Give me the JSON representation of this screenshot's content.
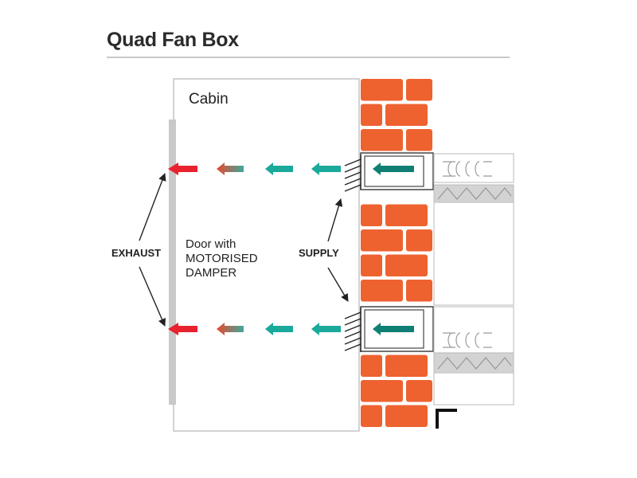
{
  "title": "Quad Fan Box",
  "labels": {
    "cabin": "Cabin",
    "exhaust": "EXHAUST",
    "supply": "SUPPLY",
    "door": "Door with\nMOTORISED\nDAMPER"
  },
  "colors": {
    "brick": "#ee6230",
    "red_arrow": "#e8222e",
    "teal_arrow": "#1aa99b",
    "dark_teal_arrow": "#0f7f74",
    "door": "#c9c9c9",
    "insulation": "#cfcfcf"
  }
}
